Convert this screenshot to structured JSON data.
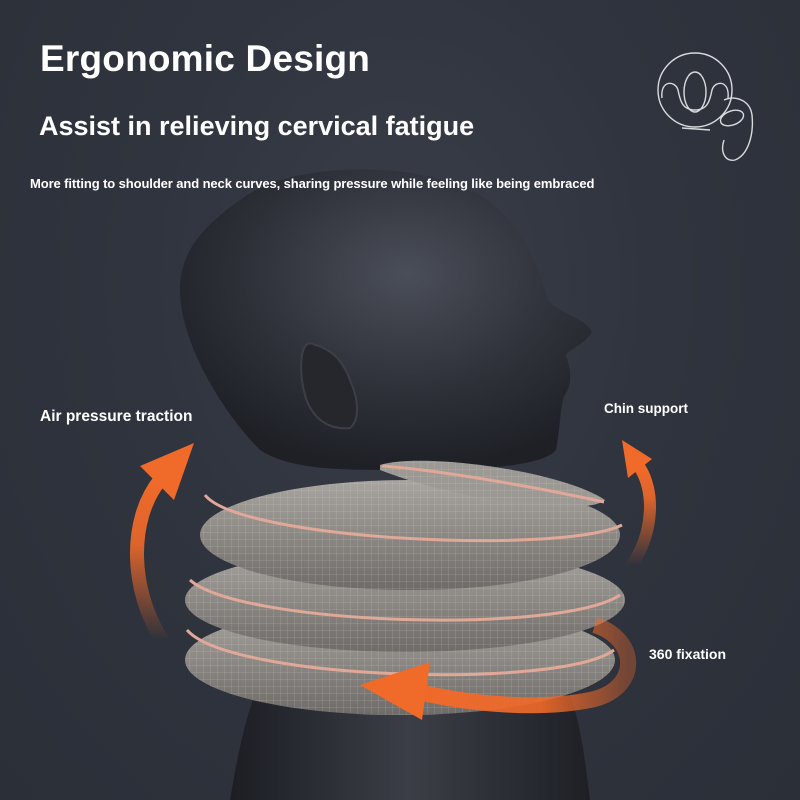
{
  "headline": {
    "title": "Ergonomic Design",
    "subtitle": "Assist in relieving cervical fatigue",
    "tagline": "More fitting to shoulder and neck curves, sharing pressure while feeling like being embraced"
  },
  "callouts": {
    "traction": "Air pressure traction",
    "chin": "Chin support",
    "fixation": "360 fixation"
  },
  "icons": {
    "product_thumbnail": "neck-brace-outline-icon",
    "traction_arrow": "curved-up-arrow-icon",
    "chin_arrow": "curved-up-arrow-icon",
    "fixation_arrow": "circular-arrow-icon"
  },
  "colors": {
    "background": "#30343e",
    "accent_arrow": "#f06a2a",
    "brace_fabric": "#8e8a86",
    "brace_seam": "#e0a898",
    "mannequin": "#2c2f36",
    "text": "#ffffff"
  }
}
